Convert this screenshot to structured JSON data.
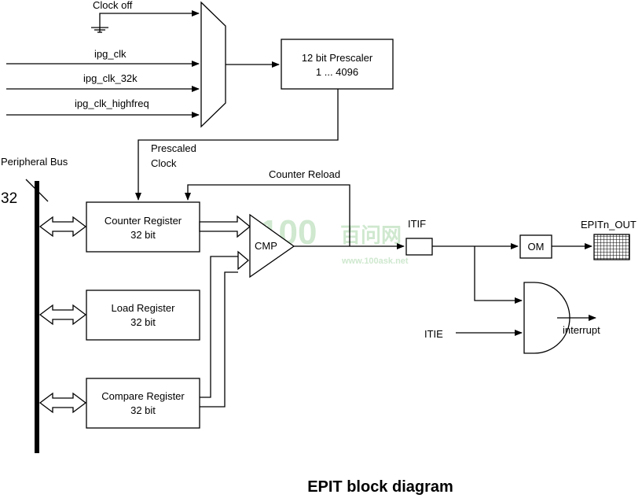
{
  "inputs": {
    "clock_off": "Clock off",
    "ipg_clk": "ipg_clk",
    "ipg_clk_32k": "ipg_clk_32k",
    "ipg_clk_highfreq": "ipg_clk_highfreq"
  },
  "prescaler": {
    "line1": "12 bit Prescaler",
    "line2": "1 ... 4096"
  },
  "prescaled_clock": {
    "line1": "Prescaled",
    "line2": "Clock"
  },
  "counter_reload": "Counter Reload",
  "bus": {
    "label": "Peripheral Bus",
    "width": "32"
  },
  "registers": {
    "counter": {
      "line1": "Counter Register",
      "line2": "32 bit"
    },
    "load": {
      "line1": "Load Register",
      "line2": "32 bit"
    },
    "compare": {
      "line1": "Compare Register",
      "line2": "32 bit"
    }
  },
  "cmp": "CMP",
  "itif": "ITIF",
  "om": "OM",
  "epit_out": "EPITn_OUT",
  "itie": "ITIE",
  "interrupt": "interrupt",
  "caption": "EPIT block diagram",
  "watermark": {
    "logo": "100",
    "chinese": "百问网",
    "url": "www.100ask.net"
  },
  "colors": {
    "ink": "#000000",
    "watermark": "#cfe8cf"
  }
}
